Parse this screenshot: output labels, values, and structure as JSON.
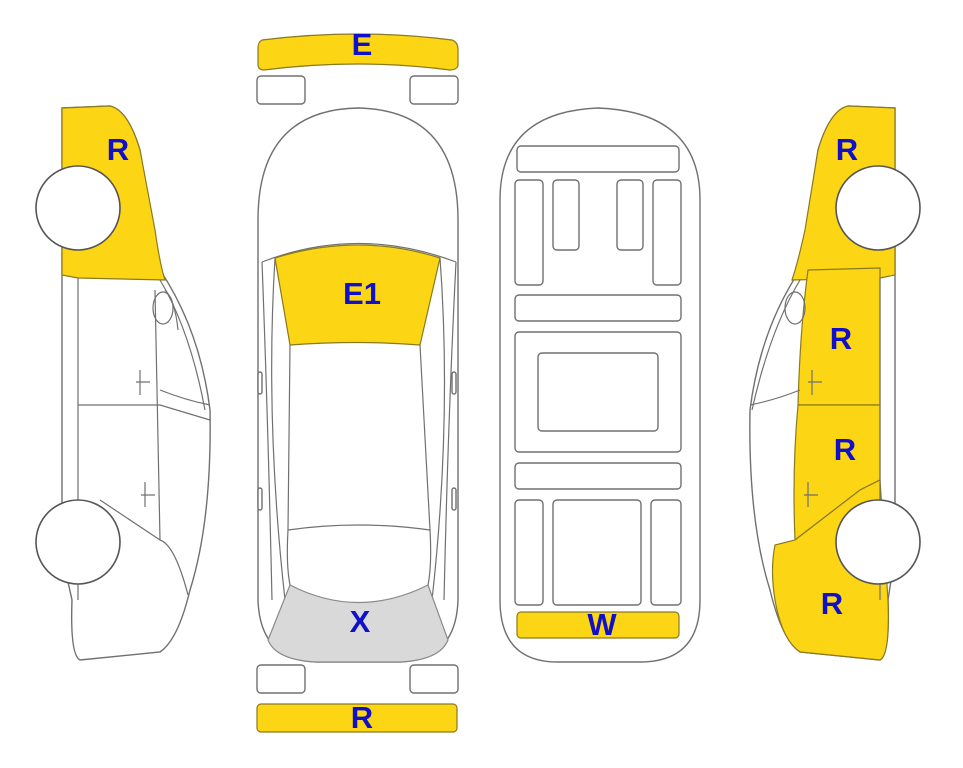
{
  "colors": {
    "damage_yellow": "#fcd614",
    "damage_gray": "#d9d9d9",
    "label_blue": "#1010c8",
    "outline": "#707070"
  },
  "labels": {
    "front_bumper": "E",
    "windshield": "E1",
    "rear_window": "X",
    "rear_bumper": "R",
    "underbody_rear": "W",
    "left_front_fender": "R",
    "right_front_fender": "R",
    "right_front_door": "R",
    "right_rear_door": "R",
    "right_rear_quarter": "R"
  }
}
